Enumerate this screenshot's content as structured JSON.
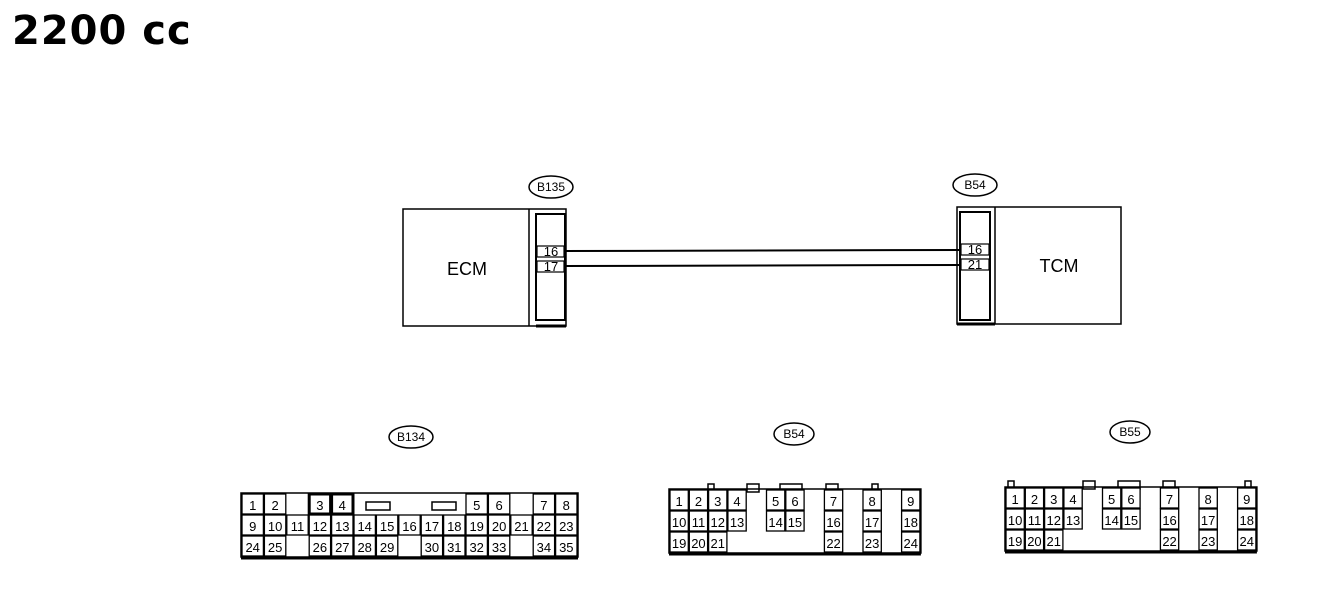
{
  "title": "2200 cc",
  "wiring": {
    "ecm": {
      "label": "ECM",
      "connector": "B135",
      "pins": [
        "16",
        "17"
      ]
    },
    "tcm": {
      "label": "TCM",
      "connector": "B54",
      "pins": [
        "16",
        "21"
      ]
    }
  },
  "connectors": [
    {
      "id": "B134",
      "rows": [
        [
          "1",
          "2",
          "",
          "3",
          "4",
          "",
          "",
          "",
          "",
          "",
          "5",
          "6",
          "",
          "7",
          "8"
        ],
        [
          "9",
          "10",
          "11",
          "12",
          "13",
          "14",
          "15",
          "16",
          "17",
          "18",
          "19",
          "20",
          "21",
          "22",
          "23"
        ],
        [
          "24",
          "25",
          "",
          "26",
          "27",
          "28",
          "29",
          "",
          "30",
          "31",
          "32",
          "33",
          "",
          "34",
          "35"
        ]
      ]
    },
    {
      "id": "B54",
      "rows": [
        [
          "1",
          "2",
          "3",
          "4",
          "",
          "5",
          "6",
          "",
          "7",
          "",
          "8",
          "",
          "9"
        ],
        [
          "10",
          "11",
          "12",
          "13",
          "",
          "14",
          "15",
          "",
          "16",
          "",
          "17",
          "",
          "18"
        ],
        [
          "19",
          "20",
          "21",
          "",
          "",
          "",
          "",
          "",
          "22",
          "",
          "23",
          "",
          "24"
        ]
      ]
    },
    {
      "id": "B55",
      "rows": [
        [
          "1",
          "2",
          "3",
          "4",
          "",
          "5",
          "6",
          "",
          "7",
          "",
          "8",
          "",
          "9"
        ],
        [
          "10",
          "11",
          "12",
          "13",
          "",
          "14",
          "15",
          "",
          "16",
          "",
          "17",
          "",
          "18"
        ],
        [
          "19",
          "20",
          "21",
          "",
          "",
          "",
          "",
          "",
          "22",
          "",
          "23",
          "",
          "24"
        ]
      ]
    }
  ]
}
